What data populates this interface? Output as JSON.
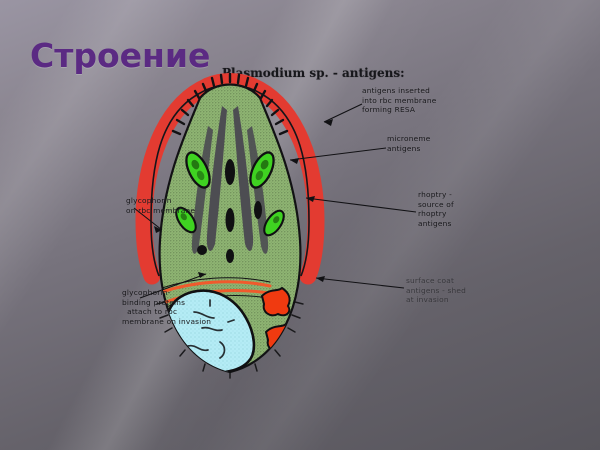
{
  "slide": {
    "title": "Строение",
    "title_color": "#5b2a83",
    "background_colors": [
      "#9a95a3",
      "#77737d",
      "#57555c"
    ]
  },
  "figure": {
    "caption": "Plasmodium sp. - antigens:",
    "colors": {
      "rbc_membrane": "#e33b31",
      "parasite_body": "#8fb573",
      "microneme": "#3fd321",
      "rhoptry": "#4d4d52",
      "nucleus": "#b4ecf5",
      "pigment": "#f03a10",
      "outline": "#121214"
    },
    "labels": [
      {
        "id": "resa",
        "side": "right",
        "text": "antigens inserted\ninto rbc membrane\nforming RESA"
      },
      {
        "id": "microneme",
        "side": "right",
        "text": "microneme\nantigens"
      },
      {
        "id": "rhoptry",
        "side": "right",
        "text": "rhoptry -\nsource of\nrhoptry\nantigens"
      },
      {
        "id": "surface-coat",
        "side": "right",
        "text": "surface coat\nantigens - shed\nat invasion"
      },
      {
        "id": "glycophorin-membrane",
        "side": "left",
        "text": "glycophorin\non rbc membrane"
      },
      {
        "id": "glycophorin-binding",
        "side": "left",
        "text": "glycophorin-\nbinding proteins\n  attach to rbc\nmembrane on invasion"
      }
    ]
  }
}
